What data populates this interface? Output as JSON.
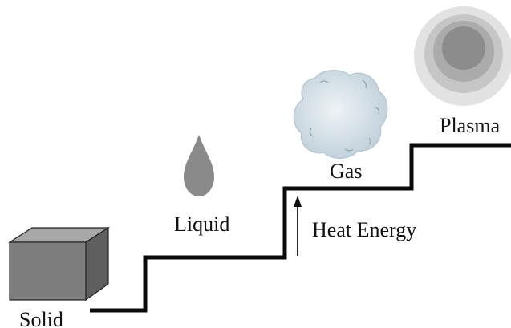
{
  "states": {
    "solid": "Solid",
    "liquid": "Liquid",
    "gas": "Gas",
    "plasma": "Plasma"
  },
  "arrow_label": "Heat Energy",
  "colors": {
    "staircase": "#0a0a0a",
    "solid_front": "#7d7d7d",
    "solid_top": "#a8a8a8",
    "solid_side": "#5f5f5f",
    "liquid_drop": "#8a8a8a",
    "gas_cloud": "#d7e2ea",
    "plasma_outer": "#e0e0e0",
    "plasma_inner": "#8c8c8c"
  }
}
